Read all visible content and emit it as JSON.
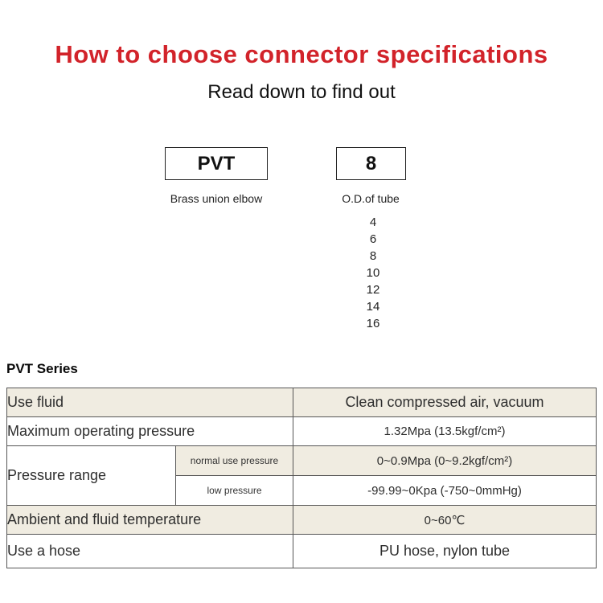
{
  "title": "How to choose connector specifications",
  "subtitle": "Read down to find out",
  "model": {
    "code": "PVT",
    "label": "Brass union elbow"
  },
  "tube": {
    "code": "8",
    "label": "O.D.of tube",
    "options": [
      "4",
      "6",
      "8",
      "10",
      "12",
      "14",
      "16"
    ]
  },
  "series_heading": "PVT Series",
  "spec_table": {
    "use_fluid": {
      "label": "Use fluid",
      "value": "Clean compressed air, vacuum"
    },
    "max_pressure": {
      "label": "Maximum operating pressure",
      "value": "1.32Mpa (13.5kgf/cm²)"
    },
    "pressure_range": {
      "label": "Pressure range",
      "normal": {
        "label": "normal use pressure",
        "value": "0~0.9Mpa (0~9.2kgf/cm²)"
      },
      "low": {
        "label": "low pressure",
        "value": "-99.99~0Kpa (-750~0mmHg)"
      }
    },
    "ambient": {
      "label": "Ambient and fluid temperature",
      "value": "0~60℃"
    },
    "hose": {
      "label": "Use a hose",
      "value": "PU hose, nylon tube"
    }
  },
  "colors": {
    "title_red": "#d2232a",
    "row_beige": "#f0ece1",
    "border": "#565656"
  }
}
